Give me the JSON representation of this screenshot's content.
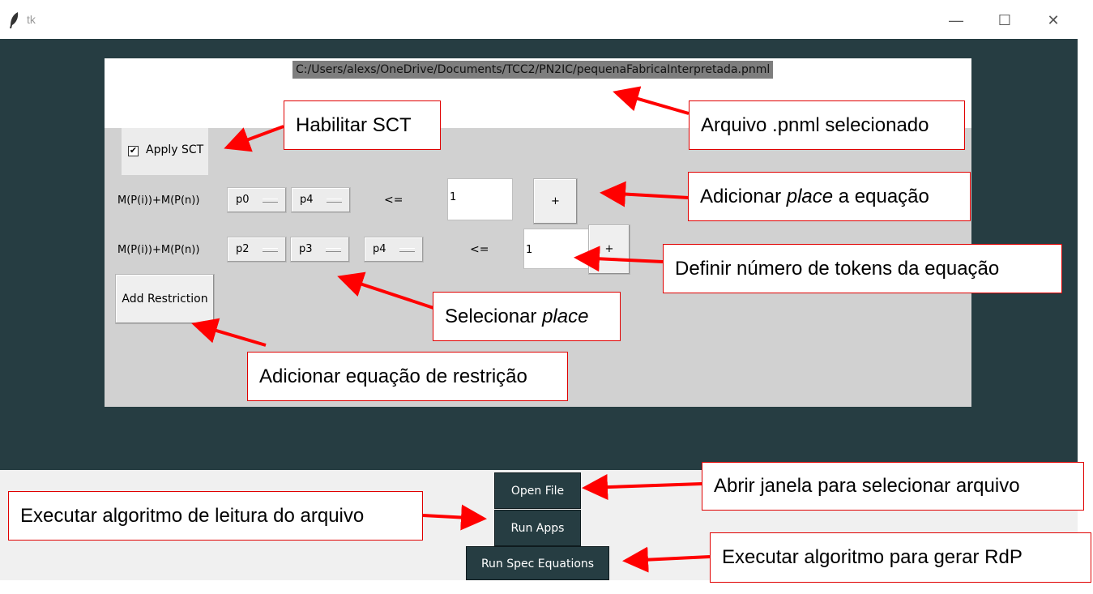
{
  "window": {
    "title": "tk",
    "minimize_glyph": "—",
    "maximize_glyph": "☐",
    "close_glyph": "✕"
  },
  "file": {
    "path": "C:/Users/alexs/OneDrive/Documents/TCC2/PN2IC/pequenaFabricaInterpretada.pnml"
  },
  "sct": {
    "checked_glyph": "✔",
    "label": "Apply SCT"
  },
  "equations": [
    {
      "label": "M(P(i))+M(P(n))",
      "places": [
        "p0",
        "p4"
      ],
      "operator": "<=",
      "value": "1",
      "add_label": "+"
    },
    {
      "label": "M(P(i))+M(P(n))",
      "places": [
        "p2",
        "p3",
        "p4"
      ],
      "operator": "<=",
      "value": "1",
      "add_label": "+"
    }
  ],
  "buttons": {
    "add_restriction": "Add Restriction",
    "open_file": "Open File",
    "run_apps": "Run Apps",
    "run_spec": "Run Spec Equations"
  },
  "callouts": {
    "habilitar": "Habilitar SCT",
    "arquivo": "Arquivo .pnml selecionado",
    "adicionar_place_pre": "Adicionar ",
    "adicionar_place_em": "place",
    "adicionar_place_post": " a equação",
    "definir": "Definir número de tokens da equação",
    "selecionar_pre": "Selecionar ",
    "selecionar_em": "place",
    "adicionar_eq": "Adicionar equação de restrição",
    "abrir": "Abrir janela para selecionar arquivo",
    "executar_leitura": "Executar algoritmo de leitura do arquivo",
    "executar_rdp": "Executar algoritmo para gerar RdP"
  },
  "colors": {
    "canvas": "#263d42",
    "frame": "#d1d1d1",
    "callout_border": "#e00000",
    "arrow": "#ff0000"
  }
}
